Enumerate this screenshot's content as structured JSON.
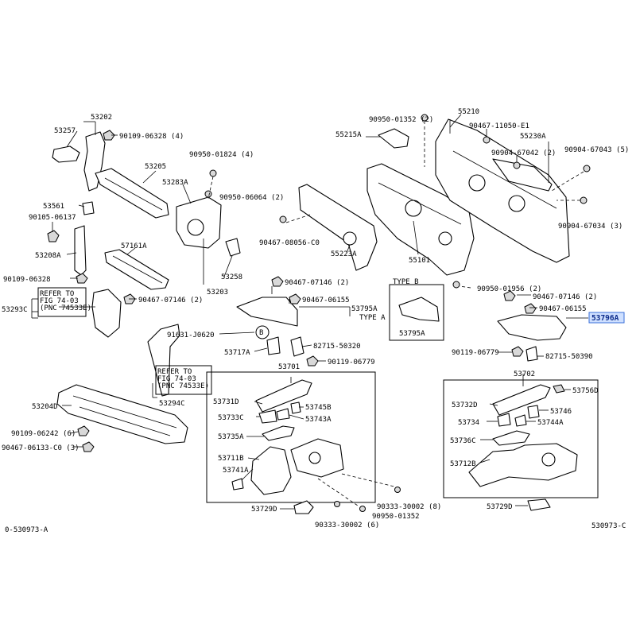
{
  "diagram": {
    "ref_left": "0-530973-A",
    "ref_right": "530973-C",
    "highlight_color": "#3a6fd8",
    "parts": {
      "p53202": "53202",
      "p53257": "53257",
      "p90109_06328_4": "90109-06328 (4)",
      "p53205": "53205",
      "p90950_01824_4": "90950-01824 (4)",
      "p53283A": "53283A",
      "p90950_06064_2": "90950-06064 (2)",
      "p53561": "53561",
      "p90105_06137": "90105-06137",
      "p53208A": "53208A",
      "p57161A": "57161A",
      "p90109_06328": "90109-06328",
      "p53258": "53258",
      "p53203": "53203",
      "p53293C": "53293C",
      "p90467_07146_2_a": "90467-07146 (2)",
      "p90467_07146_2_b": "90467-07146 (2)",
      "p90467_07146_2_c": "90467-07146 (2)",
      "p90467_06155_a": "90467-06155",
      "p90467_06155_b": "90467-06155",
      "p53795A": "53795A",
      "type_a": "TYPE A",
      "p91631_J0620": "91631-J0620",
      "p53717A": "53717A",
      "p82715_50320": "82715-50320",
      "p90119_06779_a": "90119-06779",
      "p90119_06779_b": "90119-06779",
      "p53294C": "53294C",
      "p53204D": "53204D",
      "p90109_06242_6": "90109-06242 (6)",
      "p90467_06133_C0_3": "90467-06133-C0 (3)",
      "p53701": "53701",
      "p53731D": "53731D",
      "p53745B": "53745B",
      "p53733C": "53733C",
      "p53743A": "53743A",
      "p53735A": "53735A",
      "p53711B": "53711B",
      "p53741A": "53741A",
      "p53729D_a": "53729D",
      "p53729D_b": "53729D",
      "p90333_30002_8": "90333-30002 (8)",
      "p90950_01352": "90950-01352",
      "p90333_30002_6": "90333-30002 (6)",
      "p90950_01352_2": "90950-01352 (2)",
      "p55210": "55210",
      "p90467_11050_E1": "90467-11050-E1",
      "p55215A": "55215A",
      "p55230A": "55230A",
      "p90904_67042_2": "90904-67042 (2)",
      "p90904_67043_5": "90904-67043 (5)",
      "p90904_67034_3": "90904-67034 (3)",
      "p90467_08056_C0": "90467-08056-C0",
      "p55223A": "55223A",
      "p55101": "55101",
      "type_b": "TYPE B",
      "p53795A_b": "53795A",
      "p90950_01956_2": "90950-01956 (2)",
      "p53796A": "53796A",
      "p82715_50390": "82715-50390",
      "p53702": "53702",
      "p53732D": "53732D",
      "p53756D": "53756D",
      "p53746": "53746",
      "p53734": "53734",
      "p53744A": "53744A",
      "p53736C": "53736C",
      "p53712B": "53712B",
      "callout_b": "B"
    },
    "refer_left": [
      "REFER TO",
      "FIG 74-03",
      "(PNC 74533E)"
    ],
    "refer_mid": [
      "REFER TO",
      "FIG 74-03",
      "(PNC 74533E)"
    ]
  }
}
